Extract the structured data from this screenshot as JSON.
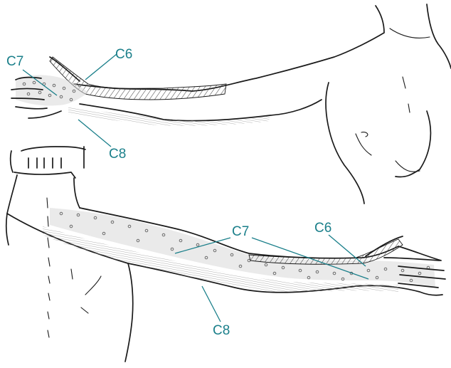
{
  "colors": {
    "label": "#1a7f8a",
    "ink": "#1a1a1a"
  },
  "top_arm": {
    "labels": {
      "c7": "C7",
      "c6": "C6",
      "c8": "C8"
    }
  },
  "bottom_arm": {
    "labels": {
      "c7": "C7",
      "c6": "C6",
      "c8": "C8"
    }
  }
}
